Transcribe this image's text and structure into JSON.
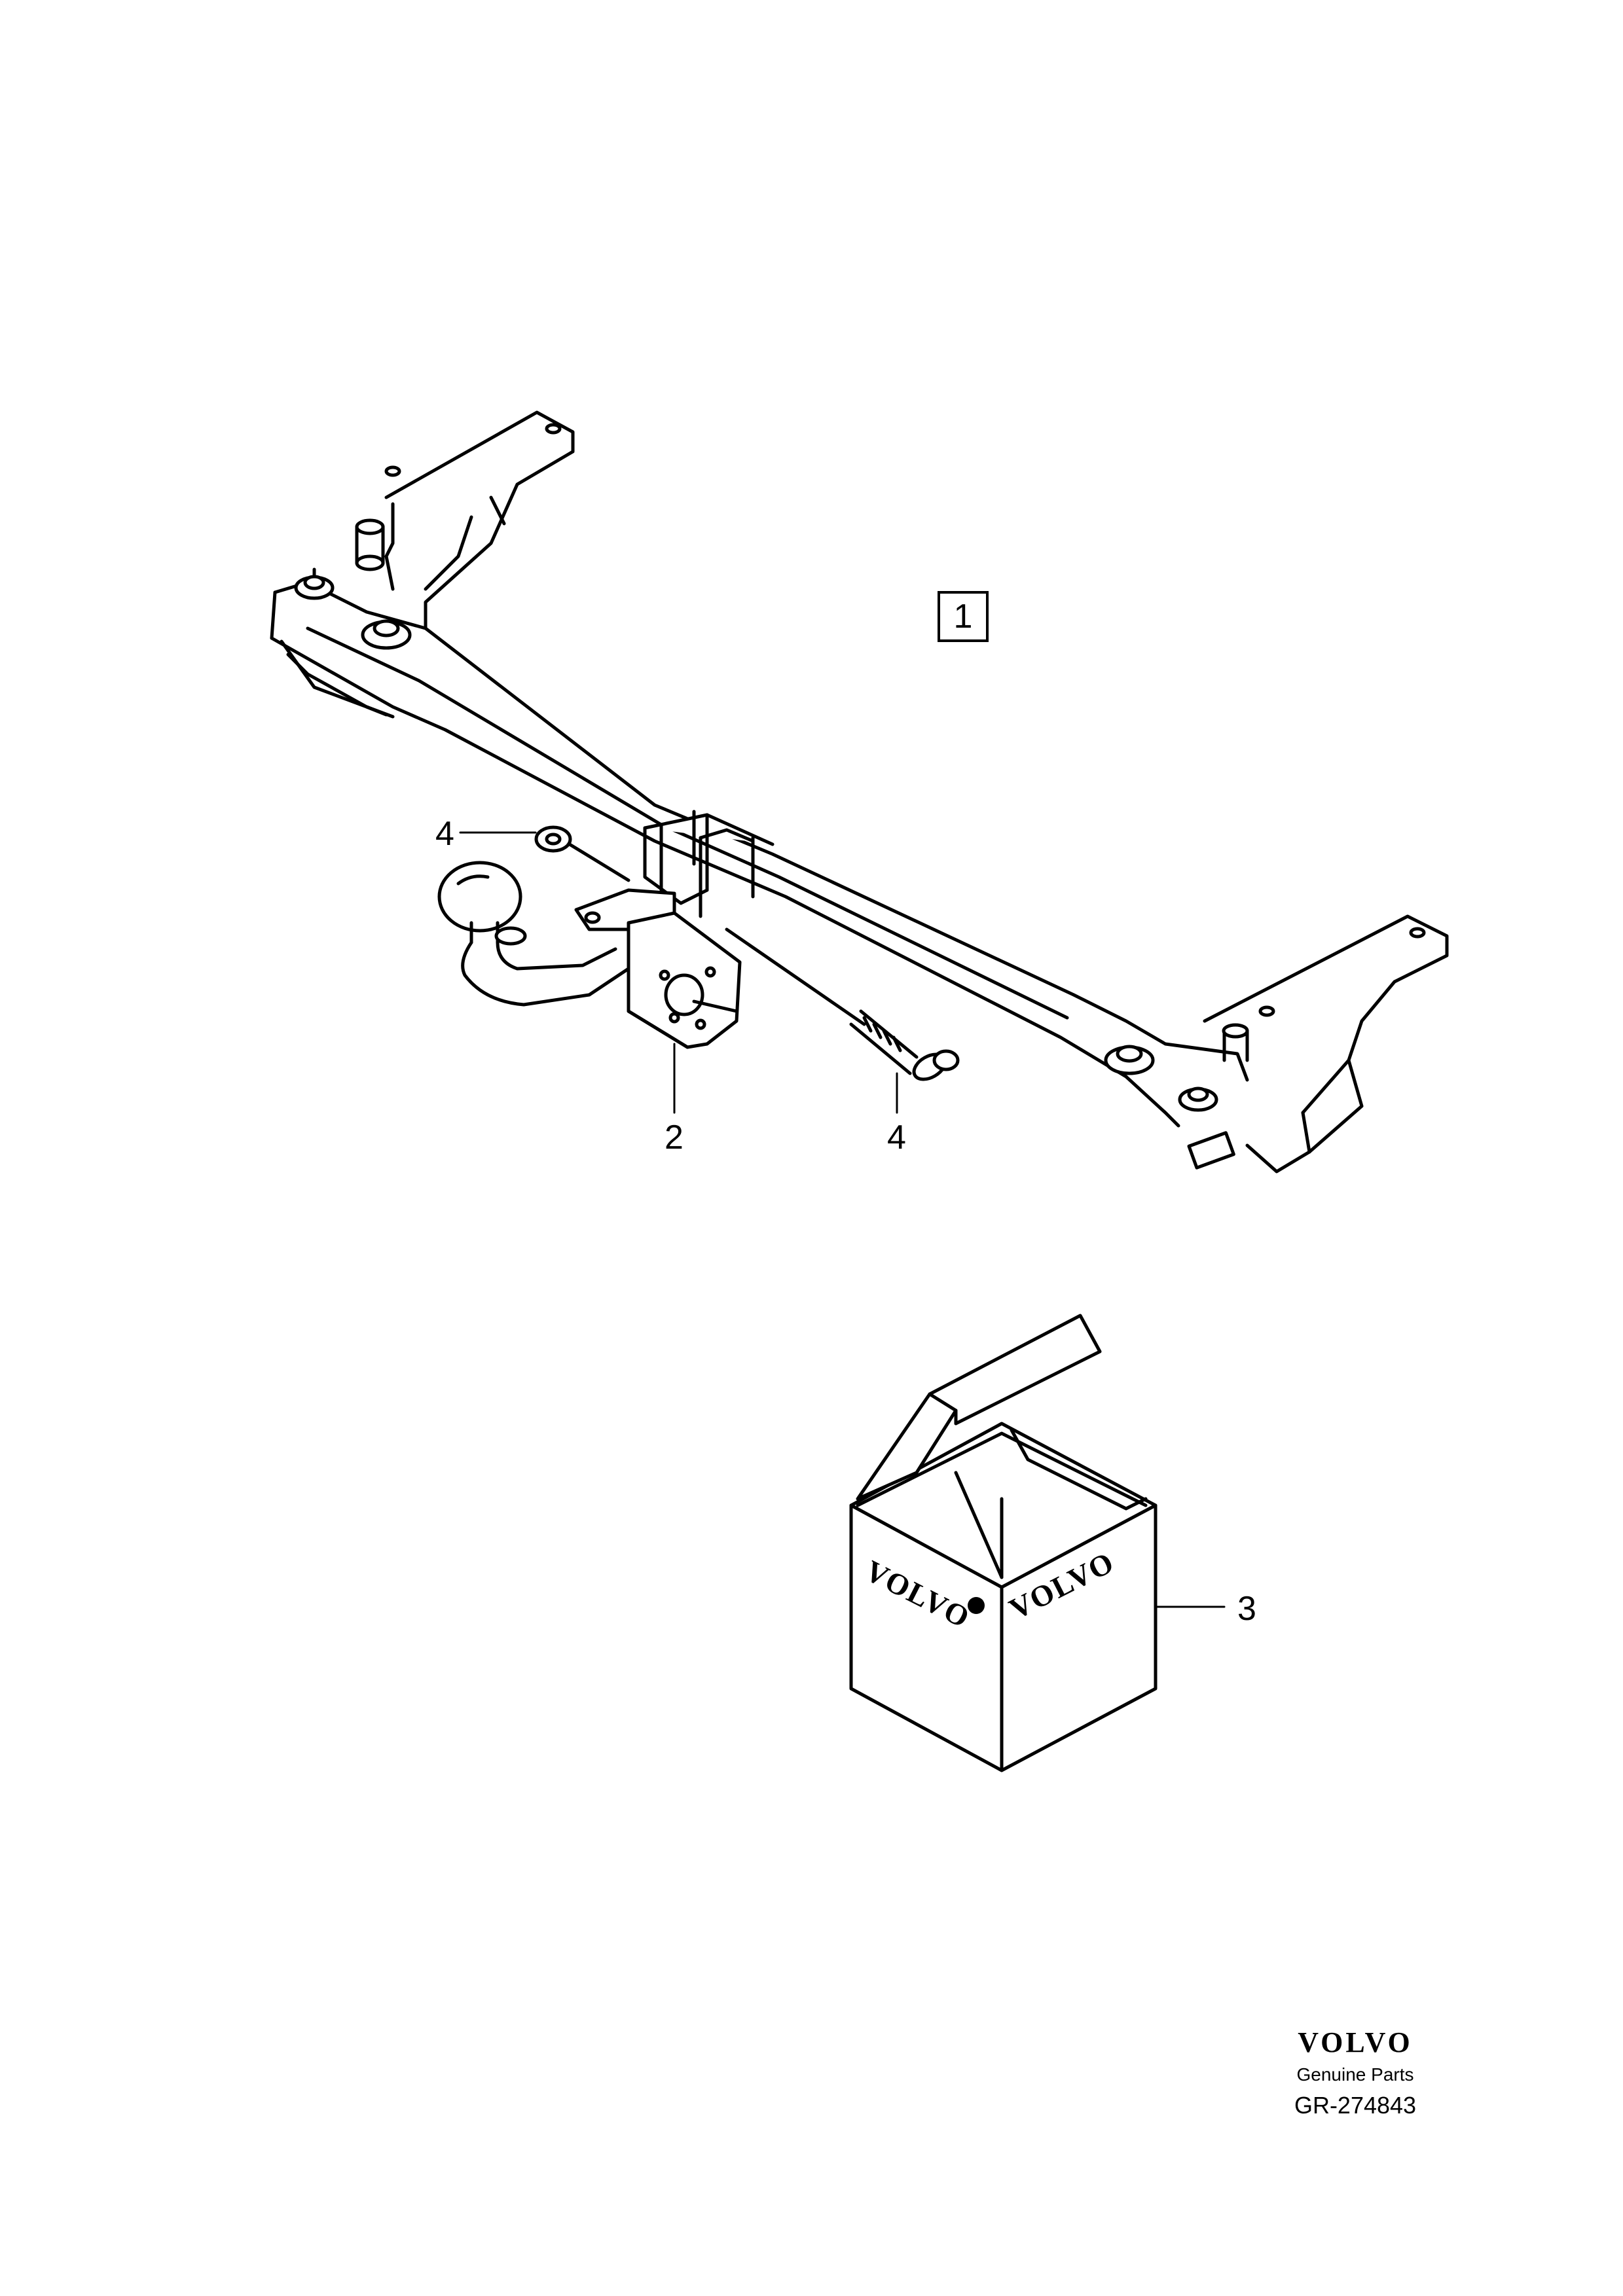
{
  "assembly": {
    "label": "1"
  },
  "callouts": {
    "nut": "4",
    "bracket": "2",
    "bolt": "4",
    "kit_box": "3"
  },
  "box": {
    "logo_front": "VOLVO",
    "logo_side": "VOLVO"
  },
  "footer": {
    "brand": "VOLVO",
    "subtitle": "Genuine Parts",
    "reference": "GR-274843"
  }
}
